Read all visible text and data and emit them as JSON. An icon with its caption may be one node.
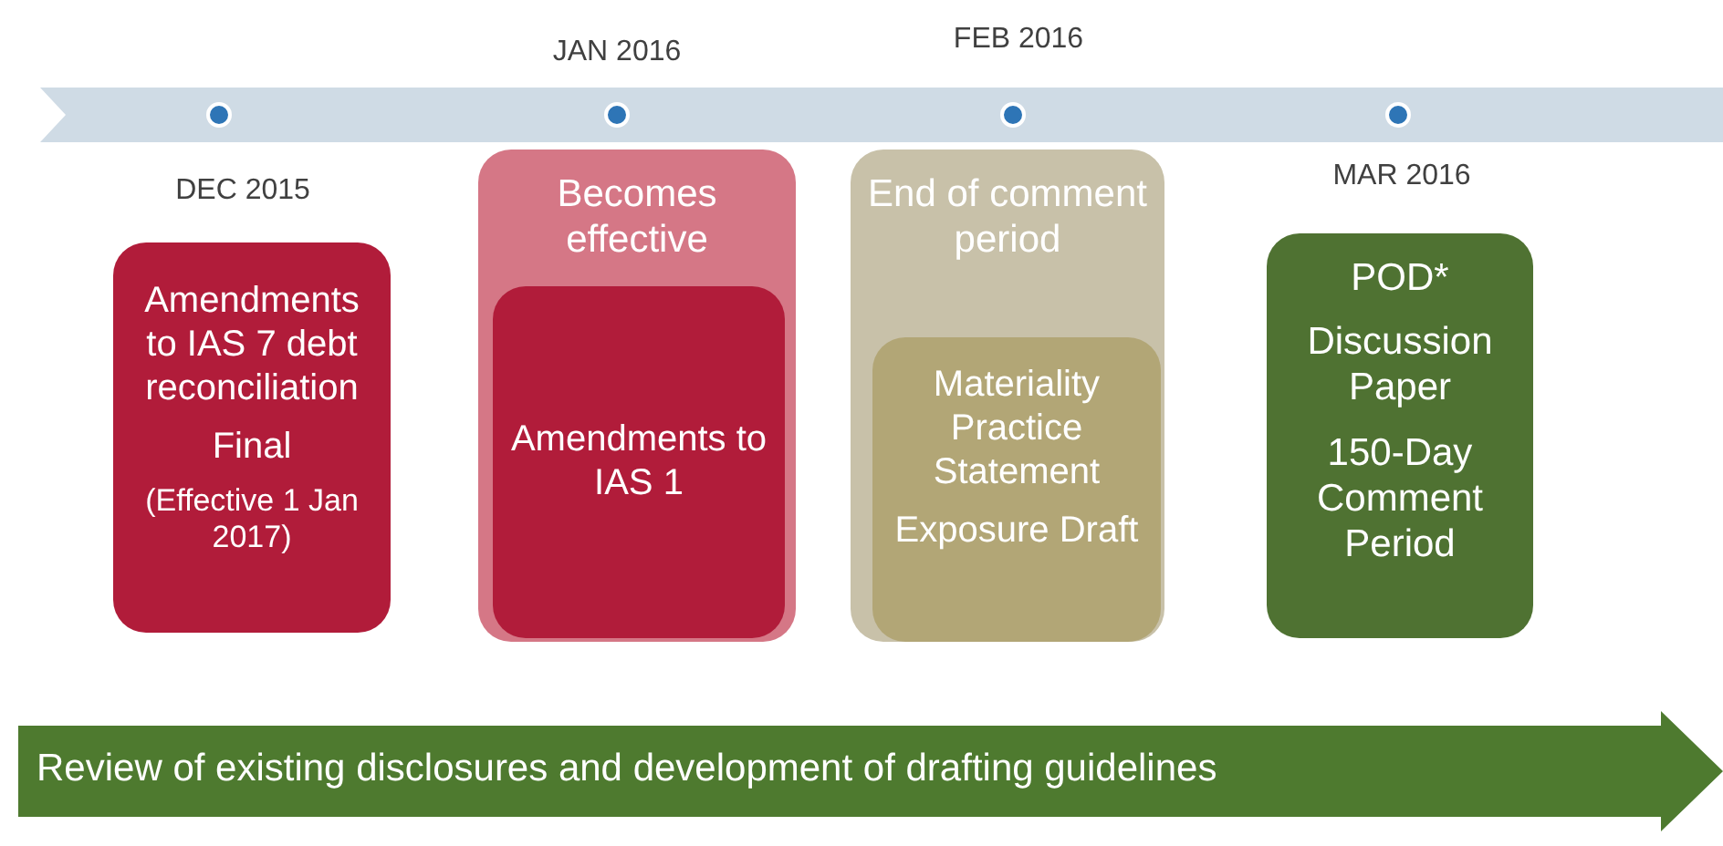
{
  "diagram": {
    "nodes": [
      {
        "text": [
          "Amendments to IAS 7 debt reconciliation",
          "Final",
          "(Effective 1 Jan 2017)"
        ],
        "beside": [
          "DEC 2015"
        ]
      },
      {
        "text": [
          "Becomes effective"
        ],
        "beside": [
          "JAN 2016"
        ]
      },
      {
        "text": [
          "Amendments to IAS 1"
        ],
        "in": 1
      },
      {
        "text": [
          "End of comment period"
        ],
        "beside": [
          "FEB 2016"
        ]
      },
      {
        "text": [
          "Materiality Practice Statement",
          "Exposure Draft"
        ],
        "in": 3
      },
      {
        "text": [
          "POD*",
          "Discussion Paper",
          "150-Day Comment Period"
        ],
        "beside": [
          "MAR 2016"
        ]
      },
      {
        "text": [
          "Review of existing disclosures and development of drafting guidelines"
        ]
      }
    ]
  }
}
